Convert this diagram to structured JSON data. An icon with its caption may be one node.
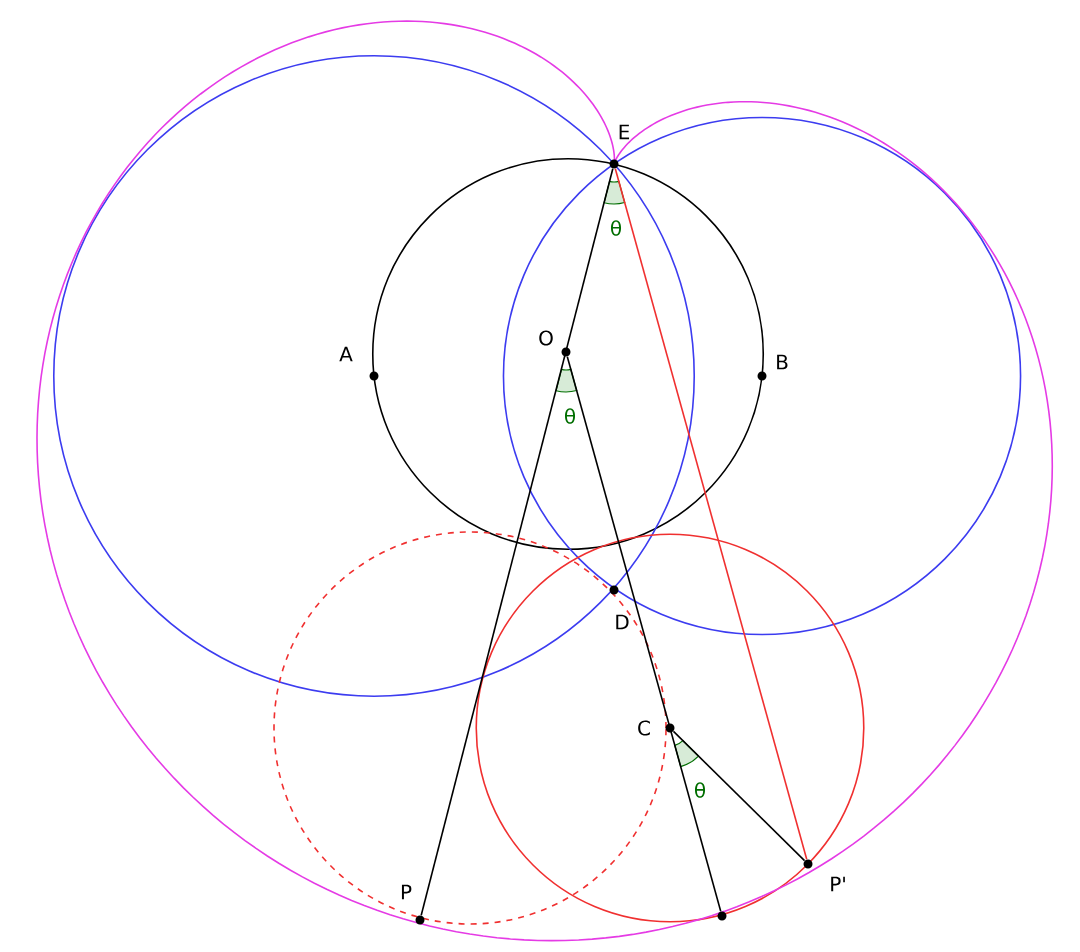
{
  "diagram": {
    "nodes": [
      {
        "text": [
          "E"
        ]
      },
      {
        "text": [
          "A"
        ]
      },
      {
        "text": [
          "O"
        ]
      },
      {
        "text": [
          "B"
        ]
      },
      {
        "text": [
          "D"
        ]
      },
      {
        "text": [
          "C"
        ]
      },
      {
        "text": [
          "P"
        ]
      },
      {
        "text": [
          "P'"
        ]
      },
      {
        "text": [],
        "shape": "circle"
      }
    ],
    "edges": [
      {
        "from": 0,
        "to": 6,
        "arrow": "none"
      },
      {
        "from": 2,
        "to": 8,
        "arrow": "none"
      },
      {
        "from": 5,
        "to": 7,
        "arrow": "none"
      },
      {
        "from": 0,
        "to": 7,
        "arrow": "none",
        "color": "#f03030"
      }
    ],
    "labels": [
      "θ",
      "θ",
      "θ"
    ]
  }
}
